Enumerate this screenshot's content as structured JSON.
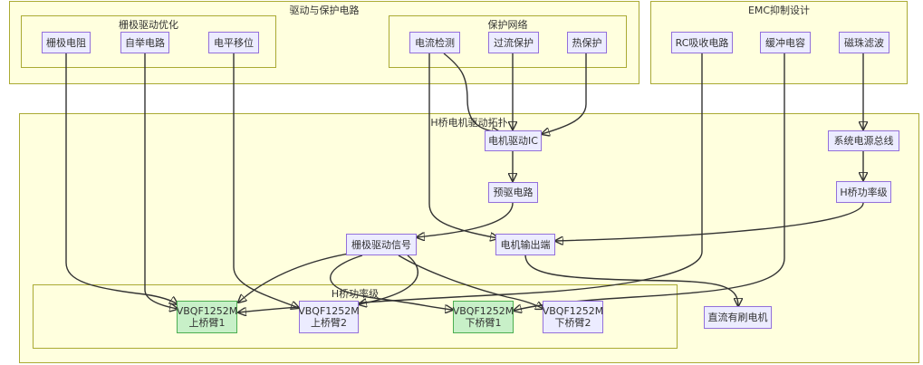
{
  "clusters": {
    "drive_protect": {
      "title": "驱动与保护电路"
    },
    "gate_opt": {
      "title": "栅极驱动优化"
    },
    "protect_net": {
      "title": "保护网络"
    },
    "emc": {
      "title": "EMC抑制设计"
    },
    "topology": {
      "title": "H桥电机驱动拓扑"
    },
    "hbridge": {
      "title": "H桥功率级"
    }
  },
  "nodes": {
    "gate_resistor": "栅极电阻",
    "bootstrap": "自举电路",
    "level_shift": "电平移位",
    "current_detect": "电流检测",
    "overcurrent": "过流保护",
    "thermal": "热保护",
    "rc_snubber": "RC吸收电路",
    "buffer_cap": "缓冲电容",
    "ferrite": "磁珠滤波",
    "motor_ic": "电机驱动IC",
    "predriver": "预驱电路",
    "gate_signal": "栅极驱动信号",
    "motor_out": "电机输出端",
    "sys_bus": "系统电源总线",
    "hb_power": "H桥功率级",
    "dc_motor": "直流有刷电机",
    "q_high1": "VBQF1252M\n上桥臂1",
    "q_high2": "VBQF1252M\n上桥臂2",
    "q_low1": "VBQF1252M\n下桥臂1",
    "q_low2": "VBQF1252M\n下桥臂2"
  },
  "colors": {
    "cluster_fill": "#ffffde",
    "cluster_border": "#aaaa33",
    "node_fill": "#ececff",
    "node_border": "#9370db",
    "highlight_fill": "#c8f0c8",
    "highlight_border": "#4caf50"
  }
}
